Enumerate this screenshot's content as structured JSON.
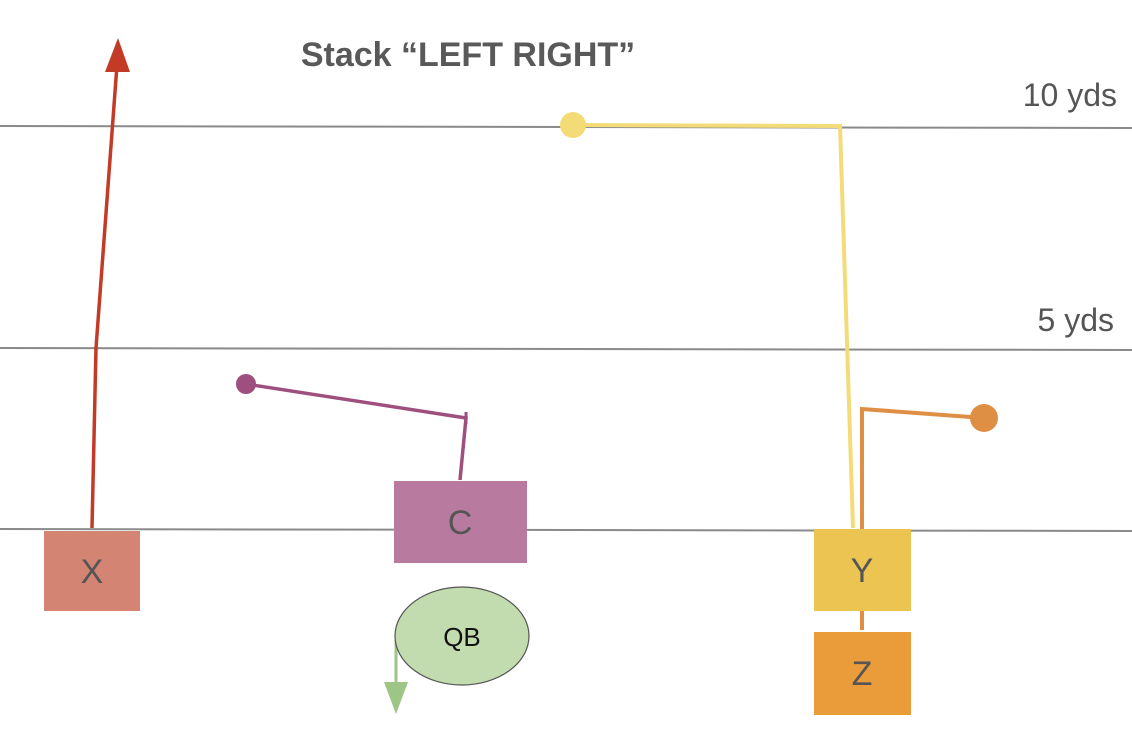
{
  "title": "Stack  “LEFT RIGHT”",
  "yard_lines": [
    {
      "label": "10 yds"
    },
    {
      "label": "5 yds"
    },
    {
      "label": ""
    }
  ],
  "players": {
    "x": {
      "label": "X",
      "color": "#d38473"
    },
    "c": {
      "label": "C",
      "color": "#b87b9f"
    },
    "y": {
      "label": "Y",
      "color": "#ebc452"
    },
    "z": {
      "label": "Z",
      "color": "#eb9c3a"
    },
    "qb": {
      "label": "QB",
      "color": "#c2dcb0"
    }
  },
  "routes": {
    "x": {
      "color": "#c33a26",
      "end": "arrow"
    },
    "c": {
      "color": "#9e4f7d",
      "end": "dot"
    },
    "y": {
      "color": "#f3dc78",
      "end": "dot"
    },
    "z": {
      "color": "#df8f43",
      "end": "dot"
    },
    "qb": {
      "color": "#9cc586",
      "end": "arrow"
    }
  },
  "colors": {
    "yard_line": "#8a8a8a",
    "label_text": "#555555",
    "title_text": "#595959"
  }
}
